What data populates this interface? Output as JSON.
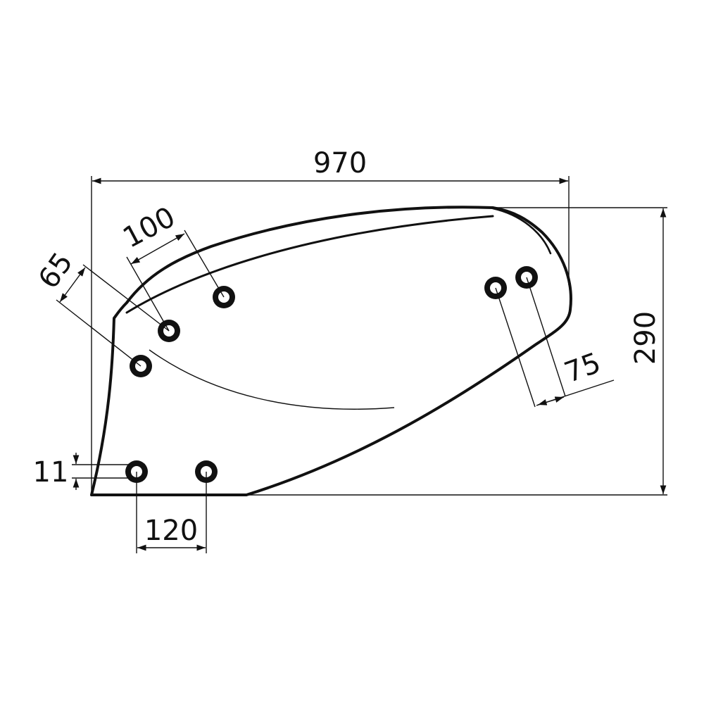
{
  "diagram": {
    "dimensions": {
      "overall_length": "970",
      "overall_height": "290",
      "hole_spacing_top": "100",
      "hole_offset_left": "65",
      "hole_spacing_right": "75",
      "hole_offset_bottom": "11",
      "hole_spacing_bottom": "120"
    }
  }
}
